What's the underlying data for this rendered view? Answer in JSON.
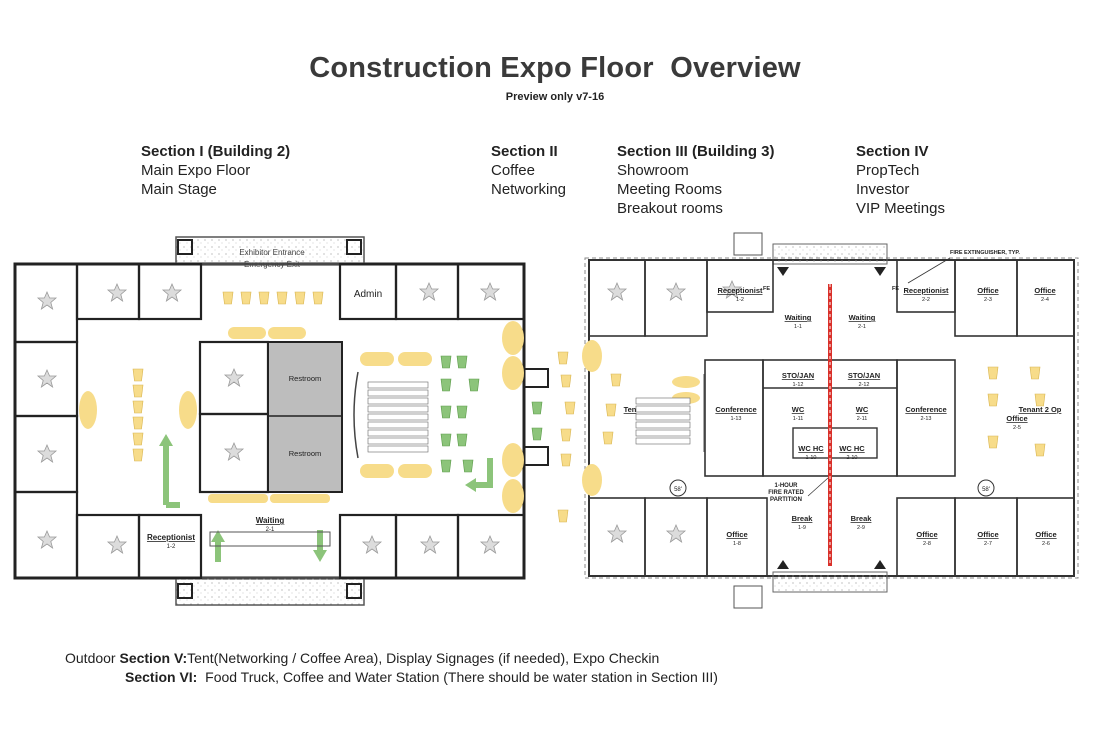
{
  "header": {
    "title": "Construction Expo Floor  Overview",
    "subtitle": "Preview only v7-16"
  },
  "sections": [
    {
      "heading": "Section I (Building 2)",
      "lines": [
        "Main Expo Floor",
        "Main Stage"
      ]
    },
    {
      "heading": "Section II",
      "lines": [
        "Coffee",
        "Networking"
      ]
    },
    {
      "heading": "Section III (Building 3)",
      "lines": [
        "Showroom",
        "Meeting Rooms",
        "Breakout rooms"
      ]
    },
    {
      "heading": "Section IV",
      "lines": [
        "PropTech",
        "Investor",
        "VIP  Meetings"
      ]
    }
  ],
  "building2": {
    "entrance": "Exhibitor Entrance",
    "exit": "Emergency Exit",
    "admin": "Admin",
    "restroom_top": "Restroom",
    "restroom_bottom": "Restroom",
    "receptionist": "Receptionist",
    "receptionist_num": "1-2",
    "waiting": "Waiting",
    "waiting_num": "2-1"
  },
  "building3": {
    "fire_ext": "FIRE EXTINGUISHER, TYP.",
    "rooms": {
      "receptionist_l": "Receptionist",
      "receptionist_l_num": "1-2",
      "receptionist_r": "Receptionist",
      "receptionist_r_num": "2-2",
      "office_23": "Office",
      "office_23_num": "2-3",
      "office_24": "Office",
      "office_24_num": "2-4",
      "waiting_l": "Waiting",
      "waiting_l_num": "1-1",
      "waiting_r": "Waiting",
      "waiting_r_num": "2-1",
      "sto_l": "STO/JAN",
      "sto_l_num": "1-12",
      "sto_r": "STO/JAN",
      "sto_r_num": "2-12",
      "conf_l": "Conference",
      "conf_l_num": "1-13",
      "conf_r": "Conference",
      "conf_r_num": "2-13",
      "wc_l": "WC",
      "wc_l_num": "1-11",
      "wc_r": "WC",
      "wc_r_num": "2-11",
      "wchc_l": "WC HC",
      "wchc_l_num": "1-10",
      "wchc_r": "WC HC",
      "wchc_r_num": "2-10",
      "tenant": "Tenant 2 Op",
      "tenant_office": "Office",
      "tenant_num": "2-5",
      "ten_left": "Ten",
      "fire_part_1": "1-HOUR",
      "fire_part_2": "FIRE RATED",
      "fire_part_3": "PARTITION",
      "break_l": "Break",
      "break_l_num": "1-9",
      "break_r": "Break",
      "break_r_num": "2-9",
      "office_18": "Office",
      "office_18_num": "1-8",
      "office_28": "Office",
      "office_28_num": "2-8",
      "office_27": "Office",
      "office_27_num": "2-7",
      "office_26": "Office",
      "office_26_num": "2-6",
      "fe": "FE",
      "dim": "58'"
    }
  },
  "footer": {
    "line1_prefix": "Outdoor ",
    "line1_bold": "Section V:",
    "line1_text": "Tent(Networking / Coffee Area), Display Signages (if needed), Expo Checkin",
    "line2_bold": "Section VI:",
    "line2_text": "  Food Truck, Coffee and Water Station (There should be water station in Section III)"
  },
  "colors": {
    "seat_yellow": "#f7dc8a",
    "green": "#8cc47a",
    "restroom_gray": "#bdbdbd",
    "wall": "#222222",
    "fire_red": "#d9302a"
  }
}
